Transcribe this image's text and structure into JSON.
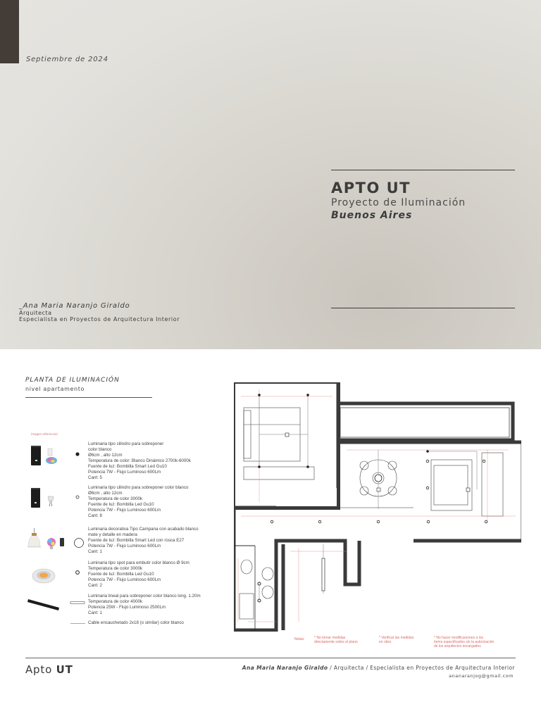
{
  "cover": {
    "date": "Septiembre de 2024",
    "title": "APTO UT",
    "subtitle": "Proyecto de Iluminación",
    "city": "Buenos Aires",
    "author": "_Ana Maria Naranjo Giraldo",
    "role": "Arquitecta",
    "specialty": "Especialista en Proyectos de Arquitectura Interior",
    "accent_color": "#433c37"
  },
  "plan_section": {
    "title": "PLANTA DE ILUMINACIÓN",
    "subtitle": "nivel apartamento",
    "reference_label": "imagen referencial",
    "items": [
      {
        "symbol": "filled-dot",
        "lines": [
          "Luminaria tipo cilindro para sobreponer",
          "color blanco",
          "Ø6cm , alto 12cm",
          "Temperatura de color: Blanco Dinámico  2700k-6000k",
          "Fuente de luz: Bombilla Smart Led Gu10",
          "Potencia 7W - Flujo Luminoso 600Lm",
          "Cant: 5"
        ]
      },
      {
        "symbol": "hollow-dot",
        "lines": [
          "Luminaria tipo cilindro para sobreponer color blanco",
          "Ø6cm , alto 12cm",
          "Temperatura de color 3000k",
          "Fuente de luz: Bombilla Led Gu10",
          "Potencia 7W - Flujo Luminoso 600Lm",
          "Cant: 8"
        ]
      },
      {
        "symbol": "large-circle",
        "lines": [
          "Luminaria decorativa Tipo Campana con acabado blanco",
          "mate y detalle en madera",
          "Fuente de luz: Bombilla Smart Led con rosca E27",
          "Potencia 7W - Flujo Luminoso 600Lm",
          "Cant: 1"
        ]
      },
      {
        "symbol": "ring",
        "lines": [
          "Luminaria tipo spot para embutir color blanco Ø 9cm",
          "Temperatura de color 3000k",
          "Fuente de luz: Bombilla Led Gu10",
          "Potencia 7W - Flujo Luminoso 600Lm",
          "Cant: 2"
        ]
      },
      {
        "symbol": "linear-bar",
        "lines": [
          "Luminaria lineal para sobreponer  color blanco long. 1.20m",
          "Temperatura de color 4000k",
          "Potencia 25W - Flujo Luminoso 2500Lm",
          "Cant: 1"
        ]
      },
      {
        "symbol": "cable-line",
        "lines": [
          "Cable encauchetado 2x18 (o similar) color blanco"
        ]
      }
    ],
    "notes": {
      "label": "Notas:",
      "note1": [
        "* No tomar medidas",
        "directamente sobre el plano"
      ],
      "note2": [
        "* Verificar las medidas",
        "en obra"
      ],
      "note3": [
        "* No hacer modificaciones a los",
        "ítems especificados sin la autorización",
        "de los arquitectos encargados"
      ],
      "color": "#d96a6a"
    }
  },
  "footer": {
    "brand_light": "Apto ",
    "brand_bold": "UT",
    "credit_name": "Ana Maria Naranjo Giraldo",
    "credit_rest": " / Arquitecta / Especialista en Proyectos de Arquitectura Interior",
    "email": "ananaranjog@gmail.com"
  }
}
